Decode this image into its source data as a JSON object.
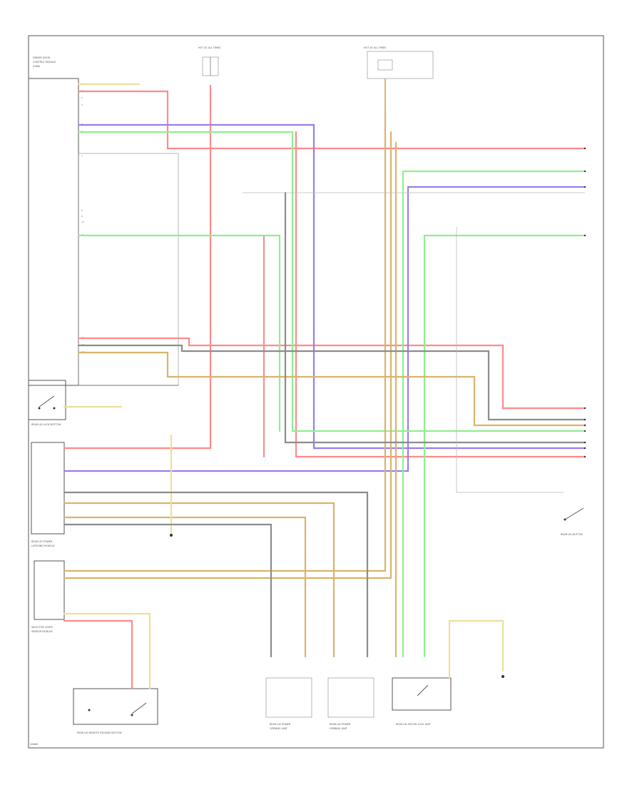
{
  "colors": {
    "red": "#ff8a8a",
    "green": "#8ef08e",
    "violet": "#9a7cf0",
    "tan": "#d9b46a",
    "yellow": "#eede9a",
    "gray": "#8c8c8c",
    "black": "#555555",
    "white": "#cfcfcf"
  },
  "labels": {
    "footer": "LMA60"
  },
  "components": [
    {
      "name": "drivers-door-control-module"
    },
    {
      "name": "hot-at-all-times-fuse-left"
    },
    {
      "name": "hot-at-all-times-fuse-center"
    },
    {
      "name": "rear-lid-lock-button"
    },
    {
      "name": "rear-lid-power-latching-module"
    },
    {
      "name": "selector-lever-sensor-module"
    },
    {
      "name": "rear-lid-remote-release-button"
    },
    {
      "name": "rear-lid-power-opening-unit-left"
    },
    {
      "name": "rear-lid-power-opening-unit-right"
    },
    {
      "name": "rear-lid-motor-lock-unit"
    },
    {
      "name": "rear-lid-button-right"
    }
  ]
}
